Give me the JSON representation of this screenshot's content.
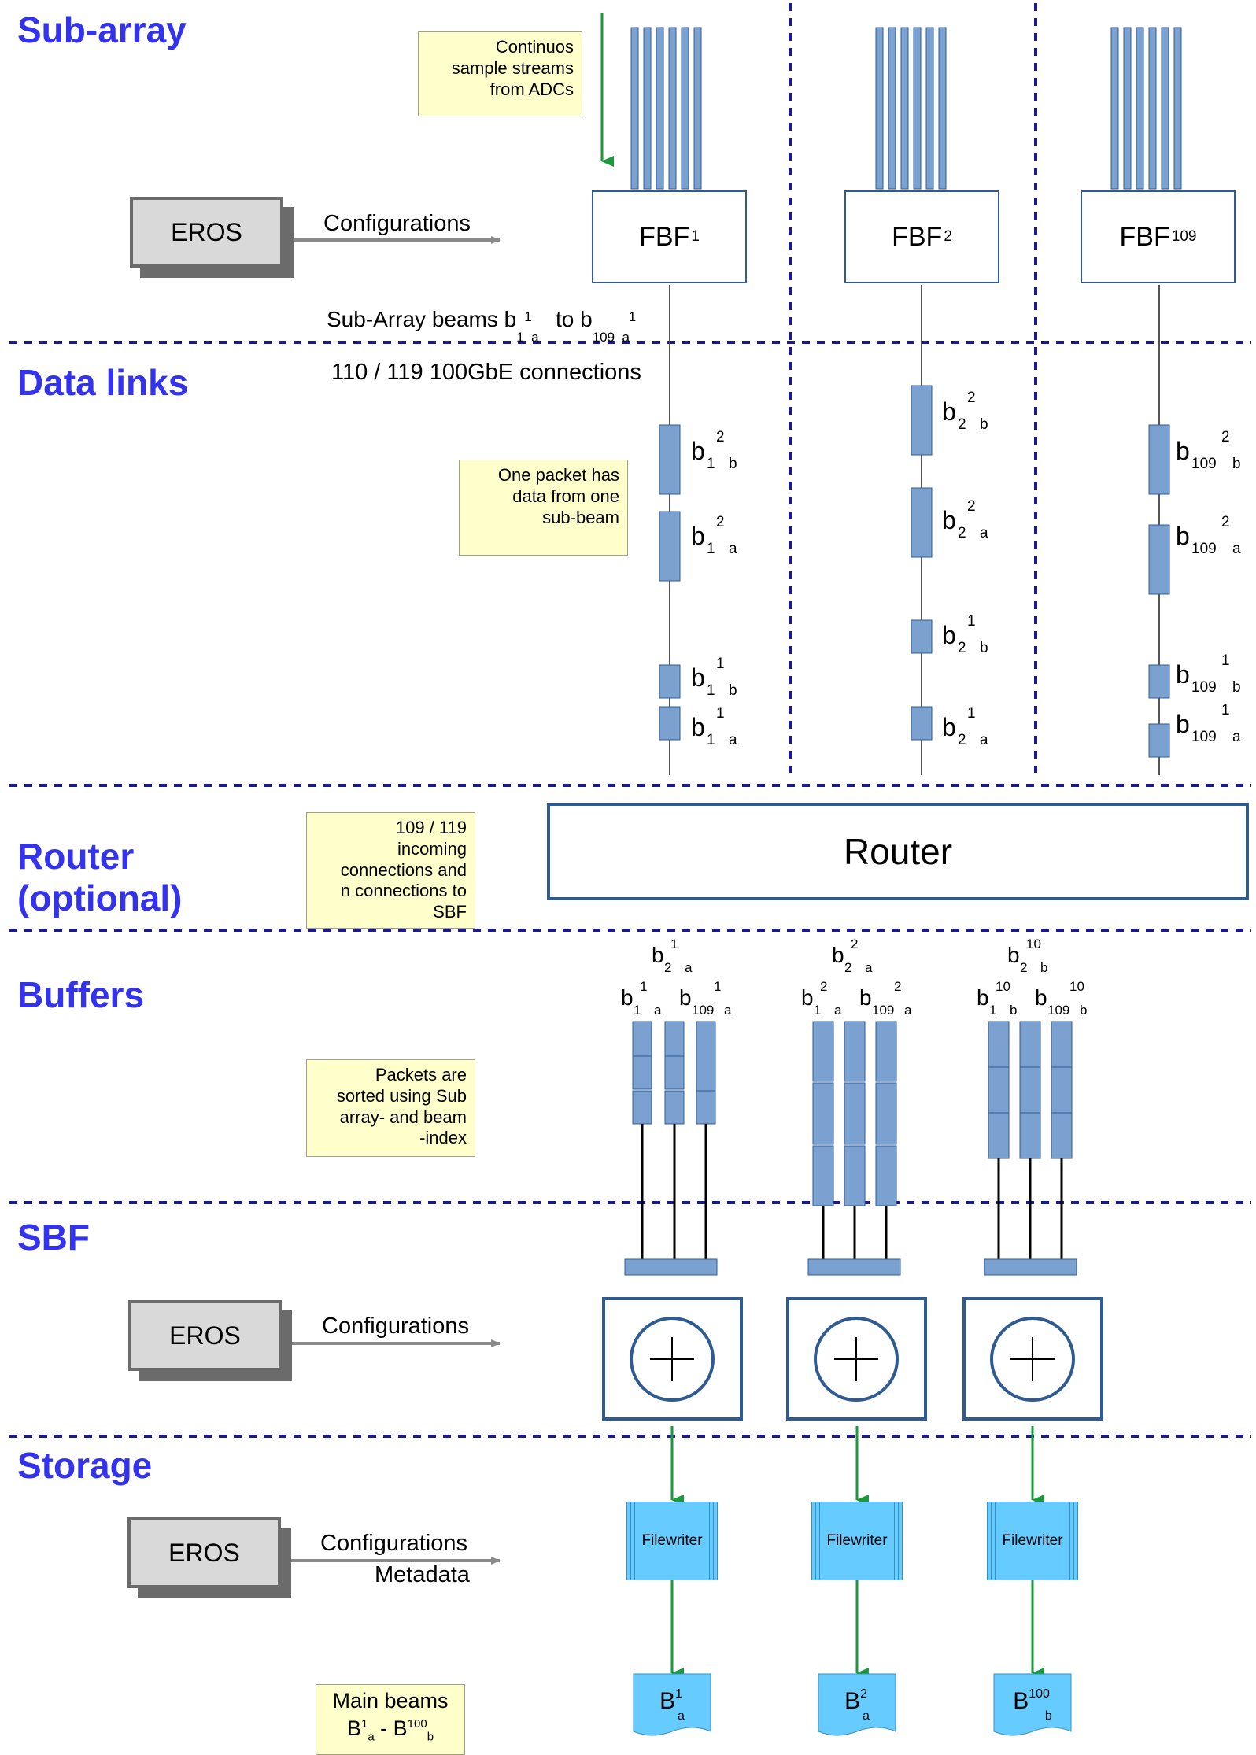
{
  "sections": {
    "subarray": "Sub-array",
    "datalinks": "Data links",
    "router_l1": "Router",
    "router_l2": "(optional)",
    "buffers": "Buffers",
    "sbf": "SBF",
    "storage": "Storage"
  },
  "notes": {
    "adc": [
      "Continuos",
      "sample streams",
      "from ADCs"
    ],
    "packet": [
      "One packet has",
      "data from one",
      "sub-beam"
    ],
    "router": [
      "109 / 119",
      "incoming",
      "connections and",
      "n connections to",
      "SBF"
    ],
    "buffers": [
      "Packets are",
      "sorted using Sub",
      "array- and beam",
      "-index"
    ],
    "mainbeams": {
      "title": "Main beams",
      "b": "B",
      "sup1": "1",
      "sub1": "a",
      "dash": " - B",
      "sup2": "100",
      "sub2": "b"
    }
  },
  "eros": {
    "label": "EROS",
    "config_label": "Configurations",
    "metadata_label": "Metadata"
  },
  "fbf": {
    "name": "FBF",
    "units": [
      {
        "sub": "1"
      },
      {
        "sub": "2"
      },
      {
        "sub": "109"
      }
    ]
  },
  "subarray_beams": {
    "prefix": "Sub-Array beams b",
    "sup1": "1",
    "sub1a": "1",
    "sub1b": "a",
    "mid": " to b",
    "sup2": "1",
    "sub2a": "109",
    "sub2b": "a"
  },
  "connections_label": "110 / 119 100GbE connections",
  "data_link_packets": [
    [
      {
        "sup": "2",
        "idx": "1",
        "beam": "b"
      },
      {
        "sup": "2",
        "idx": "1",
        "beam": "a"
      },
      {
        "sup": "1",
        "idx": "1",
        "beam": "b"
      },
      {
        "sup": "1",
        "idx": "1",
        "beam": "a"
      }
    ],
    [
      {
        "sup": "2",
        "idx": "2",
        "beam": "b"
      },
      {
        "sup": "2",
        "idx": "2",
        "beam": "a"
      },
      {
        "sup": "1",
        "idx": "2",
        "beam": "b"
      },
      {
        "sup": "1",
        "idx": "2",
        "beam": "a"
      }
    ],
    [
      {
        "sup": "2",
        "idx": "109",
        "beam": "b"
      },
      {
        "sup": "2",
        "idx": "109",
        "beam": "a"
      },
      {
        "sup": "1",
        "idx": "109",
        "beam": "b"
      },
      {
        "sup": "1",
        "idx": "109",
        "beam": "a"
      }
    ]
  ],
  "router_label": "Router",
  "buffer_groups": [
    {
      "top": {
        "sup": "1",
        "idx": "2",
        "beam": "a"
      },
      "left": {
        "sup": "1",
        "idx": "1",
        "beam": "a"
      },
      "right": {
        "sup": "1",
        "idx": "109",
        "beam": "a"
      }
    },
    {
      "top": {
        "sup": "2",
        "idx": "2",
        "beam": "a"
      },
      "left": {
        "sup": "2",
        "idx": "1",
        "beam": "a"
      },
      "right": {
        "sup": "2",
        "idx": "109",
        "beam": "a"
      }
    },
    {
      "top": {
        "sup": "10",
        "idx": "2",
        "beam": "b"
      },
      "left": {
        "sup": "10",
        "idx": "1",
        "beam": "b"
      },
      "right": {
        "sup": "10",
        "idx": "109",
        "beam": "b"
      }
    }
  ],
  "filewriter_label": "Filewriter",
  "outputs": [
    {
      "b": "B",
      "sup": "1",
      "sub": "a"
    },
    {
      "b": "B",
      "sup": "2",
      "sub": "a"
    },
    {
      "b": "B",
      "sup": "100",
      "sub": "b"
    }
  ],
  "colors": {
    "title": "#3333ee",
    "box_border": "#2f5b93",
    "packet": "#7ba1d0",
    "filewriter": "#66ccff",
    "arrow_green": "#1a9a3a",
    "note_bg": "#ffffcc"
  }
}
